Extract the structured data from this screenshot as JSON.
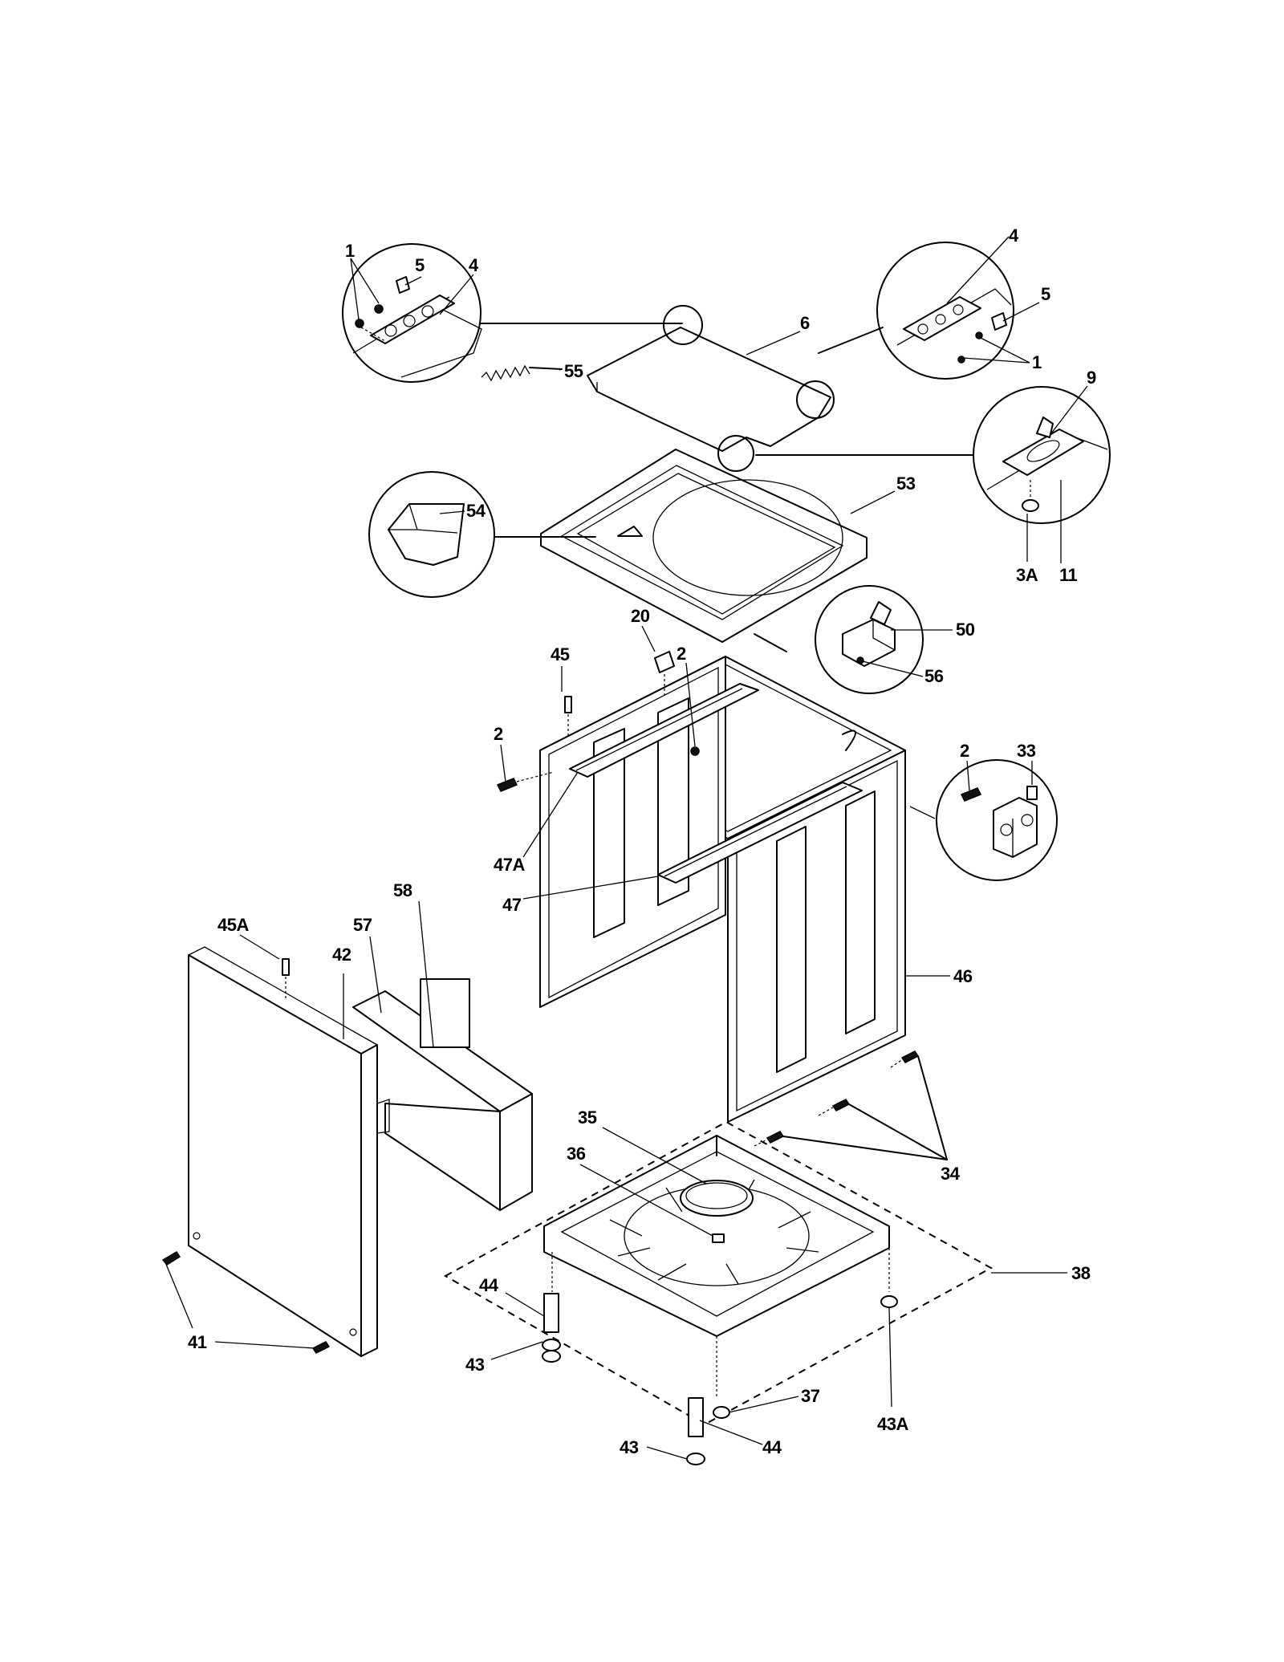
{
  "labels": {
    "l1a": "1",
    "l5a": "5",
    "l4a": "4",
    "l55": "55",
    "l6": "6",
    "l4b": "4",
    "l5b": "5",
    "l1b": "1",
    "l9": "9",
    "l54": "54",
    "l53": "53",
    "l3a": "3A",
    "l11": "11",
    "l20": "20",
    "l50": "50",
    "l56": "56",
    "l45": "45",
    "l2a": "2",
    "l2b": "2",
    "l2c": "2",
    "l33": "33",
    "l47a": "47A",
    "l47": "47",
    "l58": "58",
    "l57": "57",
    "l45a": "45A",
    "l42": "42",
    "l46": "46",
    "l35": "35",
    "l36": "36",
    "l34": "34",
    "l38": "38",
    "l44a": "44",
    "l43a": "43",
    "l41": "41",
    "l37": "37",
    "l43A": "43A",
    "l43b": "43",
    "l44b": "44"
  }
}
